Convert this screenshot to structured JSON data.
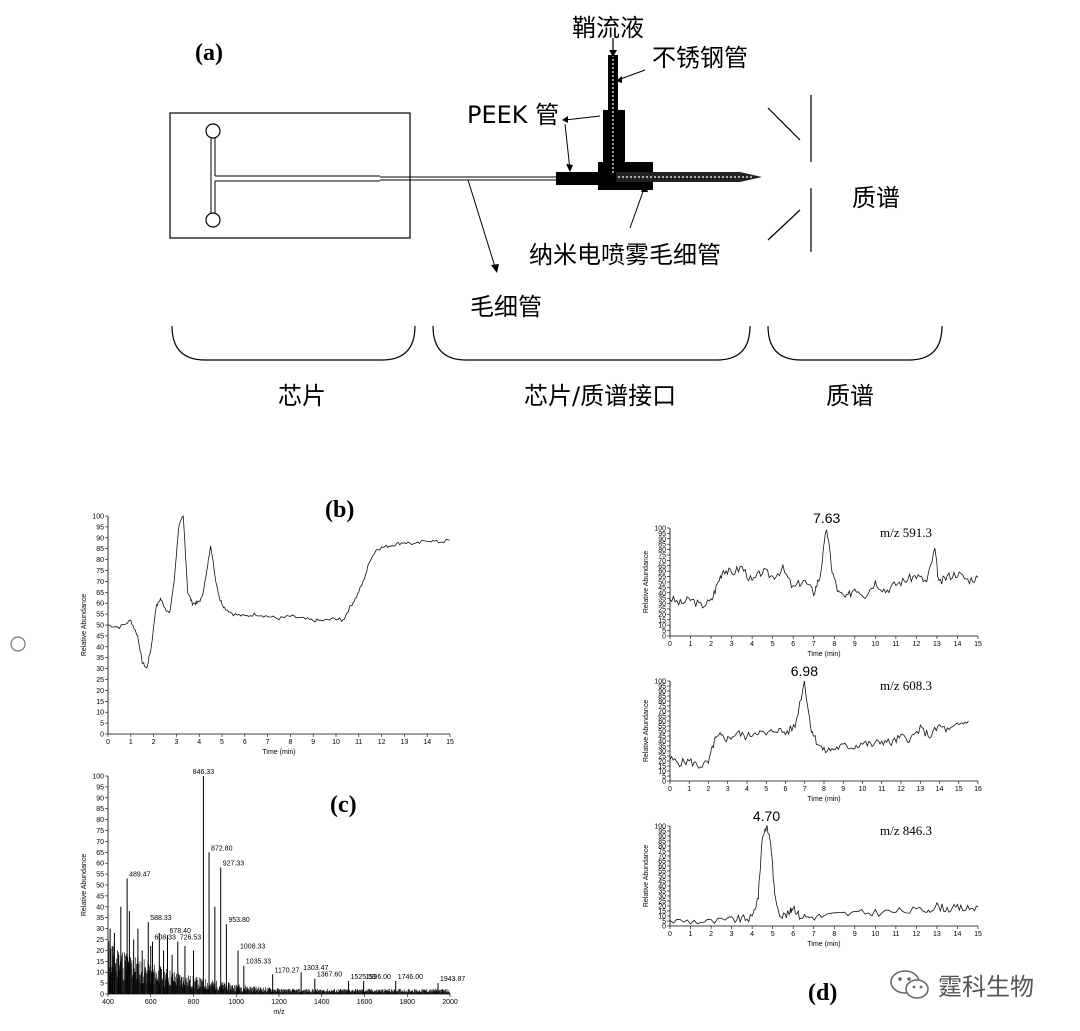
{
  "panel_a": {
    "label": "(a)",
    "sheath_liquid": "鞘流液",
    "stainless_tube": "不锈钢管",
    "peek_tube": "PEEK 管",
    "ms": "质谱",
    "nano_esi": "纳米电喷雾毛细管",
    "capillary": "毛细管",
    "section_chip": "芯片",
    "section_interface": "芯片/质谱接口",
    "section_ms": "质谱"
  },
  "panel_b": {
    "label": "(b)"
  },
  "panel_c": {
    "label": "(c)"
  },
  "panel_d": {
    "label": "(d)"
  },
  "watermark": {
    "text": "霆科生物"
  },
  "chart_data": [
    {
      "id": "b",
      "type": "line",
      "xlabel": "Time (min)",
      "ylabel": "Relative Abundance",
      "xlim": [
        0,
        15
      ],
      "ylim": [
        0,
        100
      ],
      "x": [
        0,
        0.5,
        1.0,
        1.3,
        1.5,
        1.7,
        1.9,
        2.1,
        2.3,
        2.5,
        2.7,
        2.9,
        3.1,
        3.3,
        3.5,
        3.7,
        3.9,
        4.1,
        4.3,
        4.5,
        4.7,
        4.9,
        5.1,
        5.5,
        6.0,
        6.5,
        7.0,
        7.5,
        8.0,
        8.5,
        9.0,
        9.5,
        10.0,
        10.3,
        10.6,
        10.9,
        11.2,
        11.5,
        11.8,
        12.2,
        12.6,
        13.0,
        13.5,
        14.0,
        14.5,
        15.0
      ],
      "y": [
        50,
        49,
        52,
        45,
        33,
        30,
        40,
        58,
        62,
        58,
        55,
        70,
        95,
        100,
        65,
        60,
        60,
        62,
        72,
        87,
        72,
        62,
        58,
        55,
        54,
        55,
        54,
        53,
        54,
        53,
        52,
        52,
        53,
        52,
        58,
        63,
        70,
        80,
        85,
        86,
        87,
        88,
        87,
        89,
        88,
        89
      ]
    },
    {
      "id": "c",
      "type": "bar",
      "xlabel": "m/z",
      "ylabel": "Relative Abundance",
      "xlim": [
        400,
        2000
      ],
      "ylim": [
        0,
        100
      ],
      "x": [
        410,
        420,
        430,
        450,
        460,
        489.47,
        500,
        520,
        540,
        560,
        588.33,
        600,
        608.33,
        640,
        660,
        678.4,
        700,
        726.53,
        760,
        800,
        846.33,
        872.8,
        900,
        927.33,
        953.8,
        1008.33,
        1035.33,
        1170.27,
        1303.47,
        1367.6,
        1525.53,
        1596.0,
        1746.0,
        1943.87
      ],
      "y": [
        30,
        22,
        28,
        18,
        40,
        53,
        38,
        25,
        30,
        20,
        33,
        22,
        24,
        28,
        20,
        27,
        18,
        24,
        22,
        20,
        100,
        65,
        40,
        58,
        32,
        20,
        13,
        9,
        10,
        7,
        6,
        6,
        6,
        5
      ],
      "peak_labels": [
        "489.47",
        "588.33",
        "608.33",
        "678.40",
        "726.53",
        "846.33",
        "872.80",
        "927.33",
        "953.80",
        "1008.33",
        "1035.33",
        "1170.27",
        "1303.47",
        "1367.60",
        "1525.53",
        "1596.00",
        "1746.00",
        "1943.87"
      ]
    },
    {
      "id": "d1",
      "type": "line",
      "xlabel": "Time (min)",
      "ylabel": "Relative Abundance",
      "xlim": [
        0,
        15
      ],
      "ylim": [
        0,
        100
      ],
      "peak_label": "7.63",
      "mz_label": "m/z 591.3",
      "x": [
        0,
        0.5,
        1.0,
        1.5,
        2.0,
        2.3,
        2.6,
        3.0,
        3.5,
        4.0,
        4.5,
        5.0,
        5.5,
        6.0,
        6.5,
        7.0,
        7.3,
        7.63,
        7.9,
        8.2,
        8.6,
        9.0,
        9.5,
        10.0,
        10.5,
        11.0,
        11.5,
        12.0,
        12.5,
        12.9,
        13.1,
        13.5,
        14.0,
        14.5,
        15.0
      ],
      "y": [
        35,
        30,
        34,
        28,
        32,
        48,
        62,
        58,
        64,
        50,
        60,
        55,
        62,
        44,
        52,
        40,
        55,
        100,
        60,
        40,
        35,
        45,
        38,
        50,
        42,
        48,
        52,
        56,
        50,
        80,
        48,
        55,
        58,
        52,
        54
      ]
    },
    {
      "id": "d2",
      "type": "line",
      "xlabel": "Time (min)",
      "ylabel": "Relative Abundance",
      "xlim": [
        0,
        16
      ],
      "ylim": [
        0,
        100
      ],
      "peak_label": "6.98",
      "mz_label": "m/z 608.3",
      "x": [
        0,
        0.5,
        1.0,
        1.5,
        2.0,
        2.3,
        2.6,
        3.0,
        3.5,
        4.0,
        4.5,
        5.0,
        5.5,
        6.0,
        6.5,
        6.98,
        7.3,
        7.6,
        8.0,
        8.5,
        9.0,
        9.5,
        10.0,
        10.5,
        11.0,
        11.5,
        12.0,
        12.5,
        13.0,
        13.5,
        14.0,
        14.5,
        15.0,
        15.5
      ],
      "y": [
        22,
        18,
        20,
        15,
        18,
        40,
        45,
        42,
        48,
        44,
        50,
        46,
        52,
        48,
        55,
        100,
        55,
        40,
        30,
        32,
        35,
        34,
        38,
        36,
        40,
        38,
        44,
        42,
        52,
        45,
        55,
        50,
        56,
        60
      ]
    },
    {
      "id": "d3",
      "type": "line",
      "xlabel": "Time (min)",
      "ylabel": "Relative Abundance",
      "xlim": [
        0,
        15
      ],
      "ylim": [
        0,
        100
      ],
      "peak_label": "4.70",
      "mz_label": "m/z 846.3",
      "x": [
        0,
        1,
        2,
        3,
        3.5,
        4.0,
        4.3,
        4.5,
        4.7,
        4.9,
        5.1,
        5.4,
        5.8,
        6.0,
        6.3,
        6.8,
        7.5,
        8.5,
        9.5,
        10.5,
        11.5,
        12.5,
        13.0,
        13.5,
        14.0,
        14.5,
        15.0
      ],
      "y": [
        5,
        5,
        4,
        6,
        7,
        8,
        30,
        90,
        100,
        85,
        30,
        10,
        12,
        20,
        10,
        9,
        10,
        12,
        13,
        14,
        15,
        16,
        20,
        17,
        18,
        17,
        19
      ]
    }
  ]
}
